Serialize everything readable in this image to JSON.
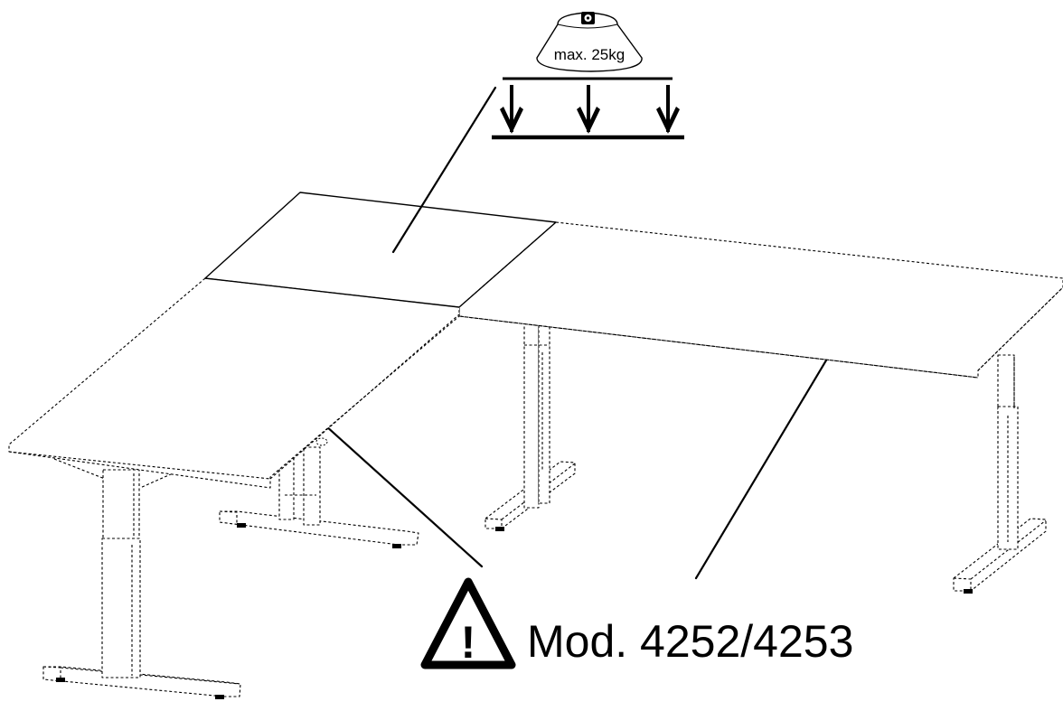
{
  "load_symbol": {
    "weight_label": "max. 25kg",
    "arrow_count": 3
  },
  "warning": {
    "exclamation": "!",
    "model_label": "Mod. 4252/4253"
  }
}
